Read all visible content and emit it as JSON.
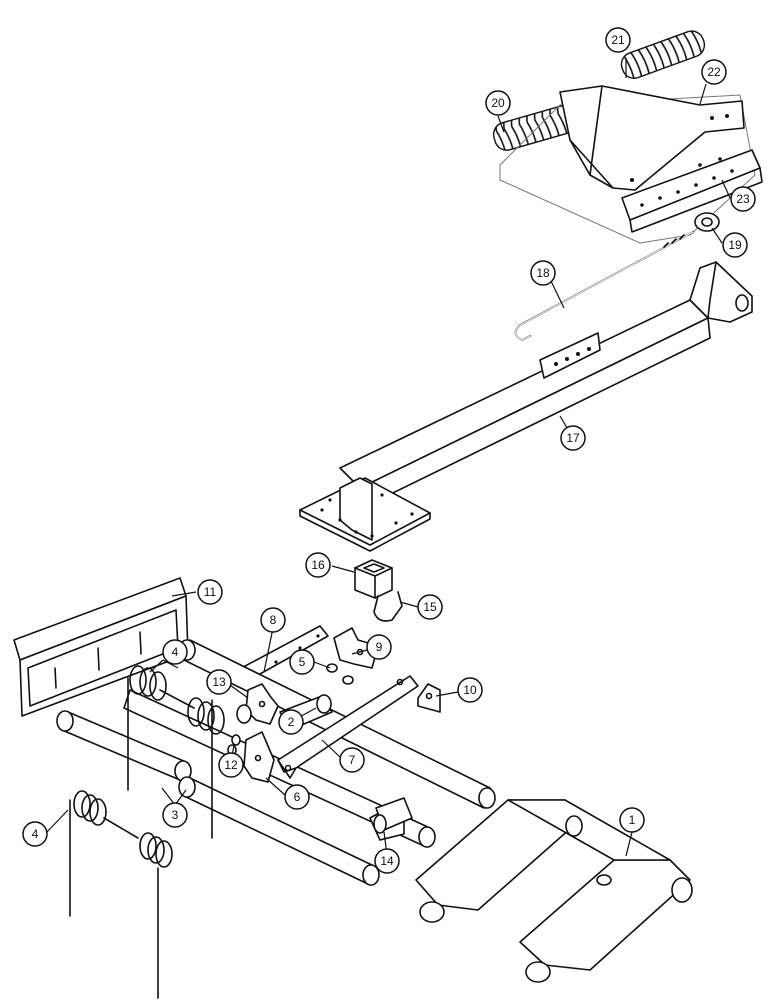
{
  "callouts": [
    {
      "id": "c1",
      "number": "1"
    },
    {
      "id": "c2",
      "number": "2"
    },
    {
      "id": "c3",
      "number": "3"
    },
    {
      "id": "c4a",
      "number": "4"
    },
    {
      "id": "c4b",
      "number": "4"
    },
    {
      "id": "c5",
      "number": "5"
    },
    {
      "id": "c6",
      "number": "6"
    },
    {
      "id": "c7",
      "number": "7"
    },
    {
      "id": "c8",
      "number": "8"
    },
    {
      "id": "c9",
      "number": "9"
    },
    {
      "id": "c10",
      "number": "10"
    },
    {
      "id": "c11",
      "number": "11"
    },
    {
      "id": "c12",
      "number": "12"
    },
    {
      "id": "c13",
      "number": "13"
    },
    {
      "id": "c14",
      "number": "14"
    },
    {
      "id": "c15",
      "number": "15"
    },
    {
      "id": "c16",
      "number": "16"
    },
    {
      "id": "c17",
      "number": "17"
    },
    {
      "id": "c18",
      "number": "18"
    },
    {
      "id": "c19",
      "number": "19"
    },
    {
      "id": "c20",
      "number": "20"
    },
    {
      "id": "c21",
      "number": "21"
    },
    {
      "id": "c22",
      "number": "22"
    },
    {
      "id": "c23",
      "number": "23"
    }
  ]
}
